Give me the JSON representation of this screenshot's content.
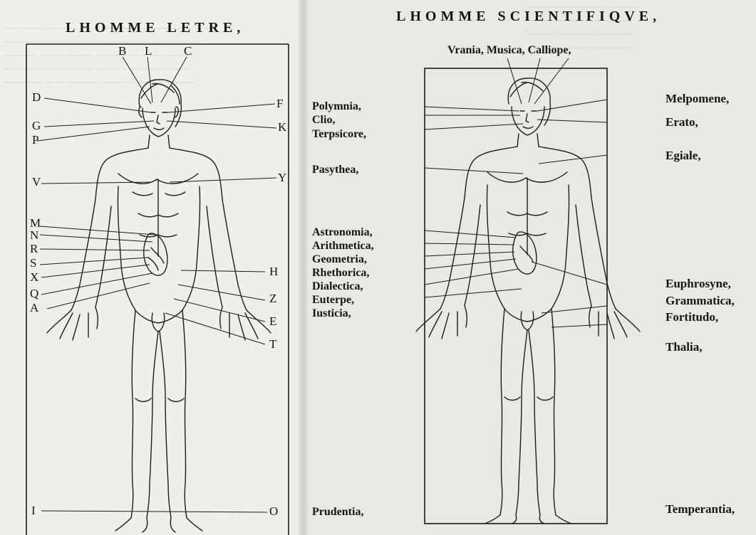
{
  "left_page": {
    "title": "LHOMME LETRE,",
    "letters": {
      "top": [
        "B",
        "L",
        "C"
      ],
      "left": [
        "D",
        "G",
        "P",
        "V",
        "M",
        "N",
        "R",
        "S",
        "X",
        "Q",
        "A",
        "I"
      ],
      "right": [
        "F",
        "K",
        "Y",
        "H",
        "Z",
        "E",
        "T",
        "O"
      ]
    }
  },
  "right_page": {
    "title": "LHOMME SCIENTIFIQVE,",
    "top_labels": "Vrania, Musica, Calliope,",
    "left_labels": [
      "Polymnia,",
      "Clio,",
      "Terpsicore,",
      "Pasythea,",
      "Astronomia,",
      "Arithmetica,",
      "Geometria,",
      "Rhethorica,",
      "Dialectica,",
      "Euterpe,",
      "Iusticia,",
      "Prudentia,"
    ],
    "right_labels": [
      "Melpomene,",
      "Erato,",
      "Egiale,",
      "Euphrosyne,",
      "Grammatica,",
      "Fortitudo,",
      "Thalia,",
      "Temperantia,"
    ]
  },
  "colors": {
    "ink": "#1c1c1c",
    "paper": "#ecebe4"
  }
}
